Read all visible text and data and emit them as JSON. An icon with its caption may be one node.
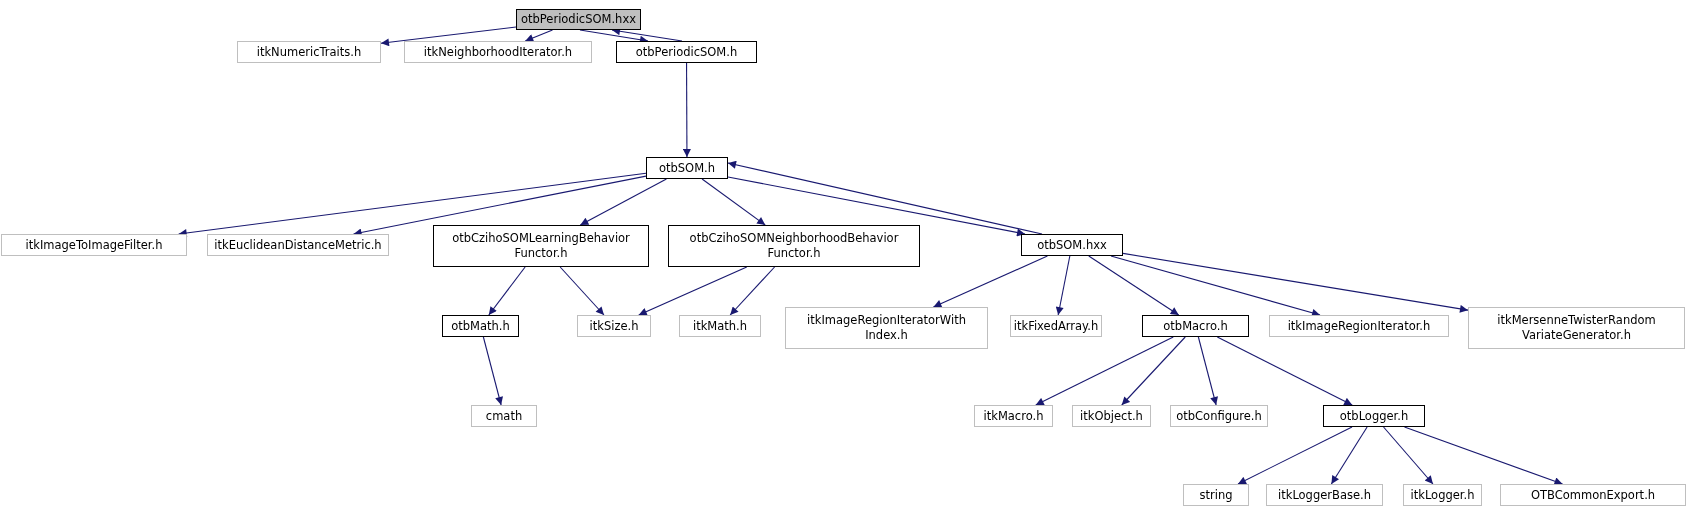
{
  "diagram": {
    "nodes": [
      {
        "text": [
          "otbPeriodicSOM.hxx"
        ]
      },
      {
        "text": [
          "itkNumericTraits.h"
        ]
      },
      {
        "text": [
          "itkNeighborhoodIterator.h"
        ]
      },
      {
        "text": [
          "otbPeriodicSOM.h"
        ]
      },
      {
        "text": [
          "otbSOM.h"
        ]
      },
      {
        "text": [
          "itkImageToImageFilter.h"
        ]
      },
      {
        "text": [
          "itkEuclideanDistanceMetric.h"
        ]
      },
      {
        "text": [
          "otbCzihoSOMLearningBehavior Functor.h"
        ]
      },
      {
        "text": [
          "otbCzihoSOMNeighborhoodBehavior Functor.h"
        ]
      },
      {
        "text": [
          "otbSOM.hxx"
        ]
      },
      {
        "text": [
          "otbMath.h"
        ]
      },
      {
        "text": [
          "itkSize.h"
        ]
      },
      {
        "text": [
          "itkMath.h"
        ]
      },
      {
        "text": [
          "itkImageRegionIteratorWith Index.h"
        ]
      },
      {
        "text": [
          "itkFixedArray.h"
        ]
      },
      {
        "text": [
          "otbMacro.h"
        ]
      },
      {
        "text": [
          "itkImageRegionIterator.h"
        ]
      },
      {
        "text": [
          "itkMersenneTwisterRandom VariateGenerator.h"
        ]
      },
      {
        "text": [
          "cmath"
        ]
      },
      {
        "text": [
          "itkMacro.h"
        ]
      },
      {
        "text": [
          "itkObject.h"
        ]
      },
      {
        "text": [
          "otbConfigure.h"
        ]
      },
      {
        "text": [
          "otbLogger.h"
        ]
      },
      {
        "text": [
          "string"
        ]
      },
      {
        "text": [
          "itkLoggerBase.h"
        ]
      },
      {
        "text": [
          "itkLogger.h"
        ]
      },
      {
        "text": [
          "OTBCommonExport.h"
        ]
      }
    ],
    "edges": [
      {
        "from": 0,
        "to": 1,
        "arrow": "to"
      },
      {
        "from": 0,
        "to": 2,
        "arrow": "to"
      },
      {
        "from": 0,
        "to": 3,
        "arrow": "to"
      },
      {
        "from": 3,
        "to": 0,
        "arrow": "to"
      },
      {
        "from": 3,
        "to": 4,
        "arrow": "to"
      },
      {
        "from": 4,
        "to": 5,
        "arrow": "to"
      },
      {
        "from": 4,
        "to": 6,
        "arrow": "to"
      },
      {
        "from": 4,
        "to": 7,
        "arrow": "to"
      },
      {
        "from": 4,
        "to": 8,
        "arrow": "to"
      },
      {
        "from": 4,
        "to": 9,
        "arrow": "to"
      },
      {
        "from": 9,
        "to": 4,
        "arrow": "to"
      },
      {
        "from": 7,
        "to": 10,
        "arrow": "to"
      },
      {
        "from": 7,
        "to": 11,
        "arrow": "to"
      },
      {
        "from": 8,
        "to": 11,
        "arrow": "to"
      },
      {
        "from": 8,
        "to": 12,
        "arrow": "to"
      },
      {
        "from": 10,
        "to": 18,
        "arrow": "to"
      },
      {
        "from": 9,
        "to": 13,
        "arrow": "to"
      },
      {
        "from": 9,
        "to": 14,
        "arrow": "to"
      },
      {
        "from": 9,
        "to": 15,
        "arrow": "to"
      },
      {
        "from": 9,
        "to": 16,
        "arrow": "to"
      },
      {
        "from": 9,
        "to": 17,
        "arrow": "to"
      },
      {
        "from": 15,
        "to": 19,
        "arrow": "to"
      },
      {
        "from": 15,
        "to": 20,
        "arrow": "to"
      },
      {
        "from": 15,
        "to": 21,
        "arrow": "to"
      },
      {
        "from": 15,
        "to": 22,
        "arrow": "to"
      },
      {
        "from": 22,
        "to": 23,
        "arrow": "to"
      },
      {
        "from": 22,
        "to": 24,
        "arrow": "to"
      },
      {
        "from": 22,
        "to": 25,
        "arrow": "to"
      },
      {
        "from": 22,
        "to": 26,
        "arrow": "to"
      }
    ]
  }
}
